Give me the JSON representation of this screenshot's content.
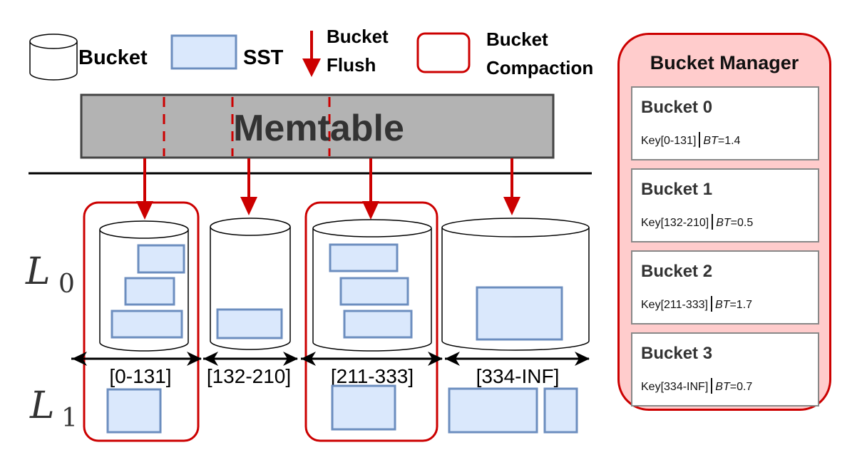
{
  "legend": {
    "bucket_label": "Bucket",
    "sst_label": "SST",
    "flush_label_line1": "Bucket",
    "flush_label_line2": "Flush",
    "compaction_label_line1": "Bucket",
    "compaction_label_line2": "Compaction"
  },
  "memtable": {
    "label": "Memtable"
  },
  "levels": {
    "l0_letter": "L",
    "l0_sub": "0",
    "l1_letter": "L",
    "l1_sub": "1"
  },
  "ranges": [
    "[0-131]",
    "[132-210]",
    "[211-333]",
    "[334-INF]"
  ],
  "bucket_manager": {
    "title": "Bucket Manager",
    "buckets": [
      {
        "name": "Bucket 0",
        "key": "Key[0-131]",
        "bt_label": "BT",
        "bt_value": "=1.4"
      },
      {
        "name": "Bucket 1",
        "key": "Key[132-210]",
        "bt_label": "BT",
        "bt_value": "=0.5"
      },
      {
        "name": "Bucket 2",
        "key": "Key[211-333]",
        "bt_label": "BT",
        "bt_value": "=1.7"
      },
      {
        "name": "Bucket 3",
        "key": "Key[334-INF]",
        "bt_label": "BT",
        "bt_value": "=0.7"
      }
    ]
  },
  "colors": {
    "accent_red": "#cc0000",
    "sst_fill": "#dae8fc",
    "sst_stroke": "#6c8ebf",
    "memtable_fill": "#b3b3b3",
    "manager_fill": "#ffcccc"
  }
}
